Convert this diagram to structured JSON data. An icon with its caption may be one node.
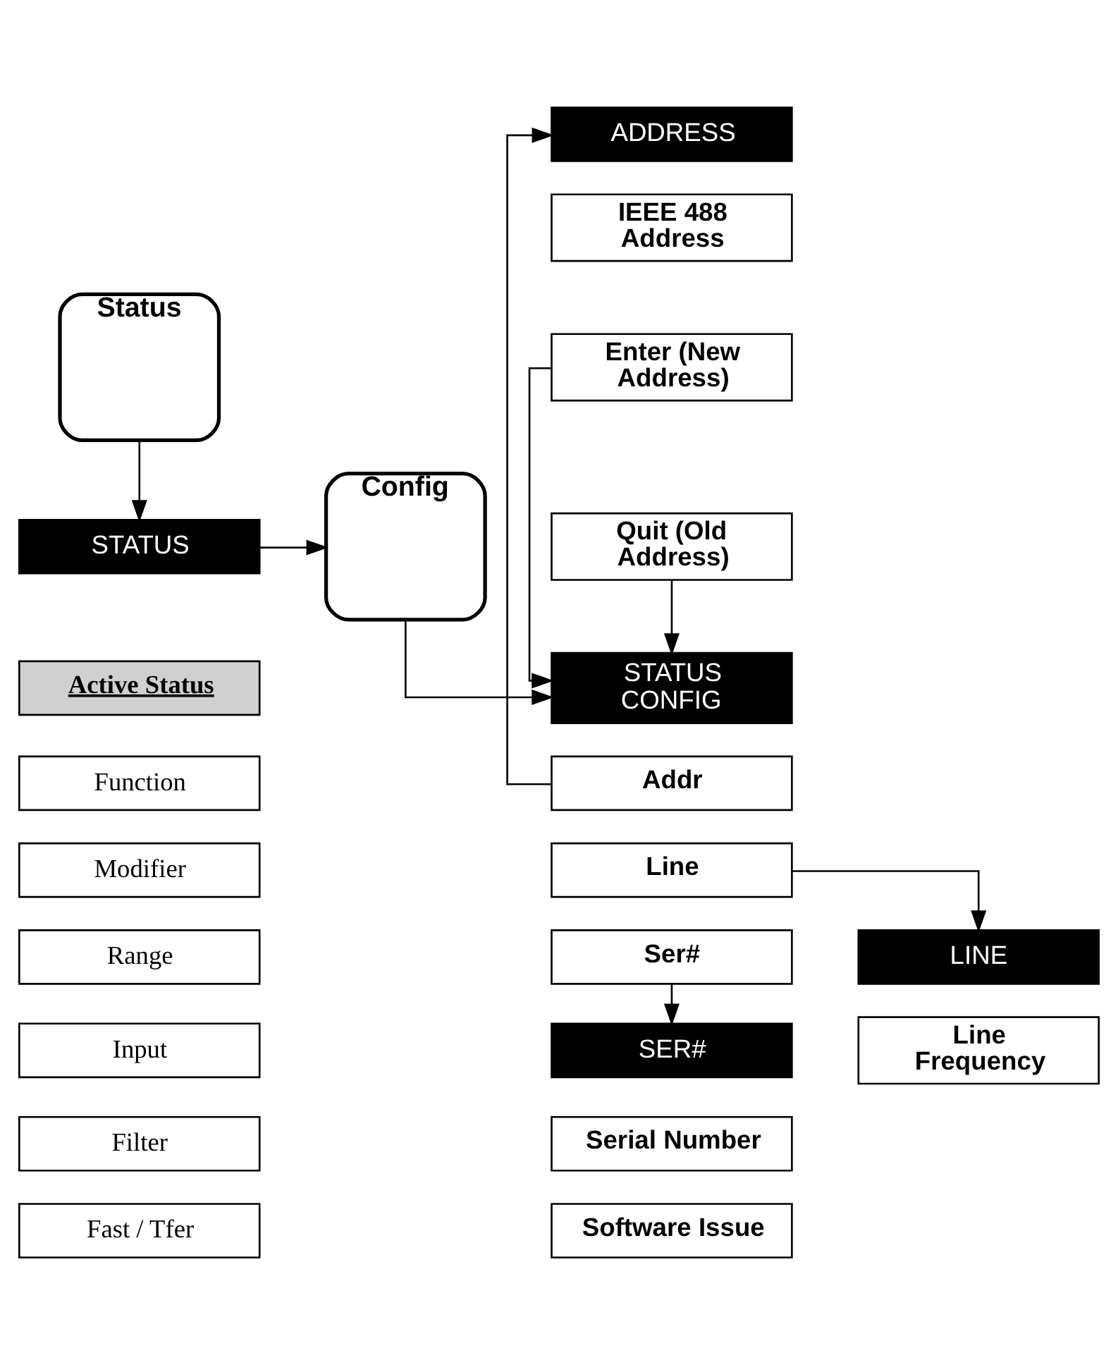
{
  "diagram": {
    "nodes": [
      {
        "text": [
          "Status"
        ]
      },
      {
        "text": [
          "STATUS"
        ]
      },
      {
        "text": [
          "Active Status"
        ]
      },
      {
        "text": [
          "Function"
        ]
      },
      {
        "text": [
          "Modifier"
        ]
      },
      {
        "text": [
          "Range"
        ]
      },
      {
        "text": [
          "Input"
        ]
      },
      {
        "text": [
          "Filter"
        ]
      },
      {
        "text": [
          "Fast / Tfer"
        ]
      },
      {
        "text": [
          "Config"
        ]
      },
      {
        "text": [
          "ADDRESS"
        ]
      },
      {
        "text": [
          "IEEE 488 Address"
        ]
      },
      {
        "text": [
          "Enter (New Address)"
        ]
      },
      {
        "text": [
          "Quit (Old Address)"
        ]
      },
      {
        "text": [
          "STATUS CONFIG"
        ]
      },
      {
        "text": [
          "Addr"
        ]
      },
      {
        "text": [
          "Line"
        ]
      },
      {
        "text": [
          "Ser#"
        ]
      },
      {
        "text": [
          "LINE"
        ]
      },
      {
        "text": [
          "Line Frequency"
        ]
      },
      {
        "text": [
          "SER#"
        ]
      },
      {
        "text": [
          "Serial Number"
        ]
      },
      {
        "text": [
          "Software Issue"
        ]
      }
    ],
    "edges": [
      {
        "from": 0,
        "to": 1,
        "arrow": "to"
      },
      {
        "from": 1,
        "to": 9,
        "arrow": "to"
      },
      {
        "from": 9,
        "to": 14,
        "arrow": "to"
      },
      {
        "from": 15,
        "to": 10,
        "arrow": "to"
      },
      {
        "from": 12,
        "to": 14,
        "arrow": "to"
      },
      {
        "from": 13,
        "to": 14,
        "arrow": "to"
      },
      {
        "from": 16,
        "to": 18,
        "arrow": "to"
      },
      {
        "from": 17,
        "to": 20,
        "arrow": "to"
      }
    ]
  }
}
